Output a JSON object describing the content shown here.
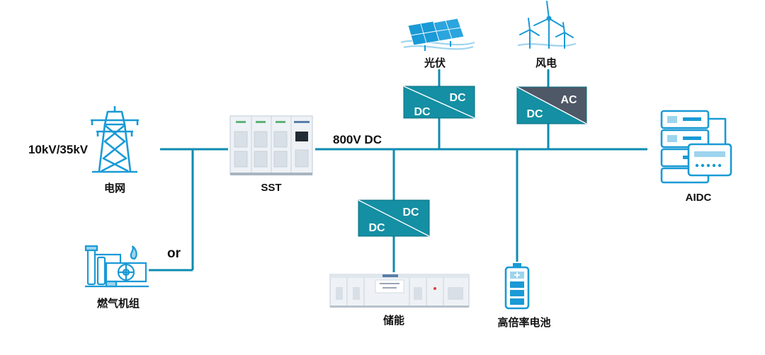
{
  "colors": {
    "line": "#0f8bb0",
    "converter_teal": "#148fa3",
    "converter_gray": "#4f5866",
    "icon_blue": "#1a9ad6",
    "icon_light": "#9ed4ee",
    "cabinet": "#e9eef3"
  },
  "labels": {
    "grid": "电网",
    "grid_voltage": "10kV/35kV",
    "or": "or",
    "gas_turbine": "燃气机组",
    "sst": "SST",
    "bus": "800V DC",
    "pv": "光伏",
    "wind": "风电",
    "storage": "储能",
    "battery": "高倍率电池",
    "aidc": "AIDC"
  },
  "converters": {
    "pv": {
      "left": "DC",
      "right": "DC"
    },
    "wind": {
      "left": "DC",
      "right": "AC"
    },
    "storage": {
      "left": "DC",
      "right": "DC"
    }
  },
  "icons": {
    "grid": "power-tower-icon",
    "gas": "gas-generator-icon",
    "pv": "solar-panel-icon",
    "wind": "wind-turbine-icon",
    "battery": "battery-icon",
    "aidc": "server-rack-icon"
  }
}
